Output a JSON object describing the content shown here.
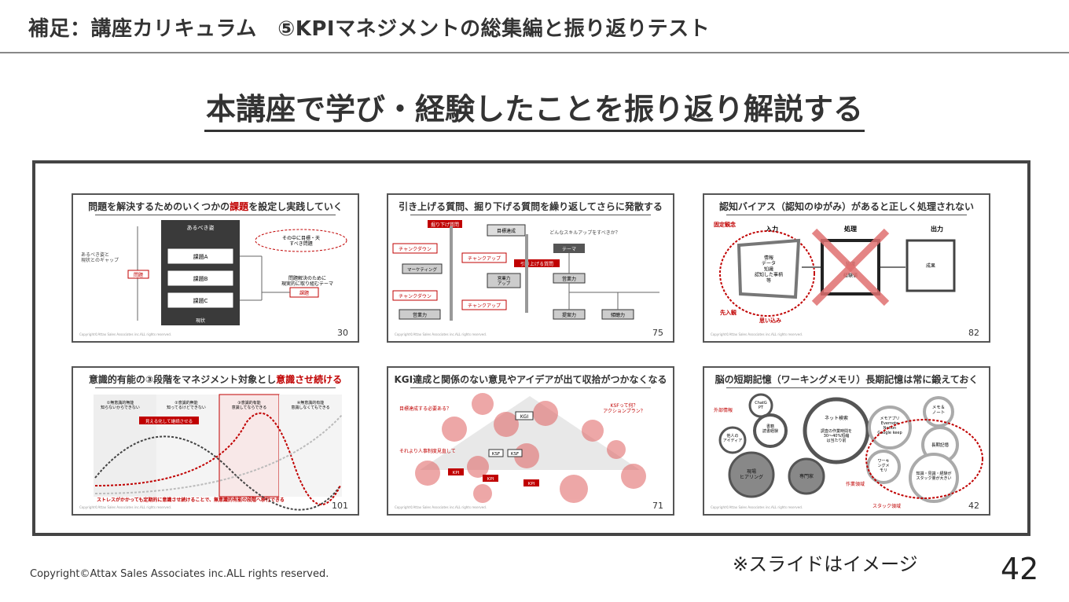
{
  "header": {
    "title": "補足：講座カリキュラム　⑤KPIマネジメントの総集編と振り返りテスト"
  },
  "main_title": "本講座で学び・経験したことを振り返り解説する",
  "slides": [
    {
      "title": "問題を解決するためのいくつかの課題を設定し実践していく",
      "page": "30",
      "labels": {
        "ideal": "あるべき姿",
        "gap": "あるべき姿と\n現状とのギャップ",
        "problem": "問題",
        "a": "課題A",
        "b": "課題B",
        "c": "課題C",
        "current": "現状",
        "target": "その中に目標・天\nすべき問題",
        "practice": "問題解決のために\n現実的に取り組むテーマ",
        "kadai": "課題"
      }
    },
    {
      "title": "引き上げる質問、掘り下げる質問を繰り返してさらに発散する",
      "page": "75",
      "labels": {
        "dig": "掘り下げ質問",
        "pull": "引き上げる質問",
        "goal": "目標達成",
        "theme": "テーマ",
        "skill": "どんなスキルアップをすべきか？",
        "chunkdown1": "チャンクダウン",
        "chunkup1": "チャンクアップ",
        "chunkdown2": "チャンクダウン",
        "chunkup2": "チャンクアップ",
        "marketing": "マーケティング",
        "sales": "営業力",
        "sales2": "営業力",
        "plan": "提案力",
        "nego": "傾聴力",
        "sales_up": "営業力\nアップ"
      }
    },
    {
      "title": "認知バイアス（認知のゆがみ）があると正しく処理されない",
      "page": "82",
      "labels": {
        "bias": "固定観念",
        "input": "入力",
        "process": "処理",
        "output": "出力",
        "info": "情報\nデータ\n知識\n認知した事柄\n等",
        "know": "知識\n×\n経験値",
        "result": "成果",
        "pre": "先入観",
        "assume": "思い込み"
      }
    },
    {
      "title": "意識的有能の③段階をマネジメント対象とし意識させ続ける",
      "title_red": "意識させ続ける",
      "page": "101",
      "labels": {
        "s1": "①無意識的無能\n知らないからできない",
        "s2": "②意識的無能\n知ってるけどできない",
        "s3": "③意識的有能\n意識してならできる",
        "s4": "④無意識的有能\n意識しなくてもできる",
        "badge": "見える化して継続させる",
        "bottom": "ストレスがかかっても定期的に意識させ続けることで、無意識的有能の段階へ移行できる"
      }
    },
    {
      "title": "KGI達成と関係のない意見やアイデアが出て収拾がつかなくなる",
      "page": "71",
      "labels": {
        "q1": "目標達成する必要ある？",
        "q2": "KSFって何？\nアクションプラン？",
        "q3": "それより人事制度見直して",
        "kgi": "KGI",
        "ksf1": "KSF",
        "ksf2": "KSF",
        "kpi1": "KPI",
        "kpi2": "KPI",
        "kpi3": "KPI"
      }
    },
    {
      "title": "脳の短期記憶（ワーキングメモリ）長期記憶は常に鍛えておく",
      "page": "42",
      "labels": {
        "chat": "ChatG\nPT",
        "net": "ネット検索",
        "net_sub": "調査の作業時間を\n30～40%短縮\nは当たり前",
        "ref": "書籍\n読書経験",
        "idea": "他人の\nアイディア",
        "hear": "現場\nヒアリング",
        "expert": "専門家",
        "memo": "メモアプリ\nEvernote\nNotion\nGoogle keep",
        "note": "メモ＆\nノート",
        "long": "長期記憶",
        "wm": "ワーキ\nングメ\nモリ",
        "know": "知識・見識・経験が\nスタック量が大きい",
        "outer": "外部情報",
        "work": "作業領域",
        "stack": "スタック領域"
      }
    }
  ],
  "note": "※スライドはイメージ",
  "page_number": "42",
  "copyright": "Copyright©Attax Sales Associates inc.ALL rights reserved."
}
